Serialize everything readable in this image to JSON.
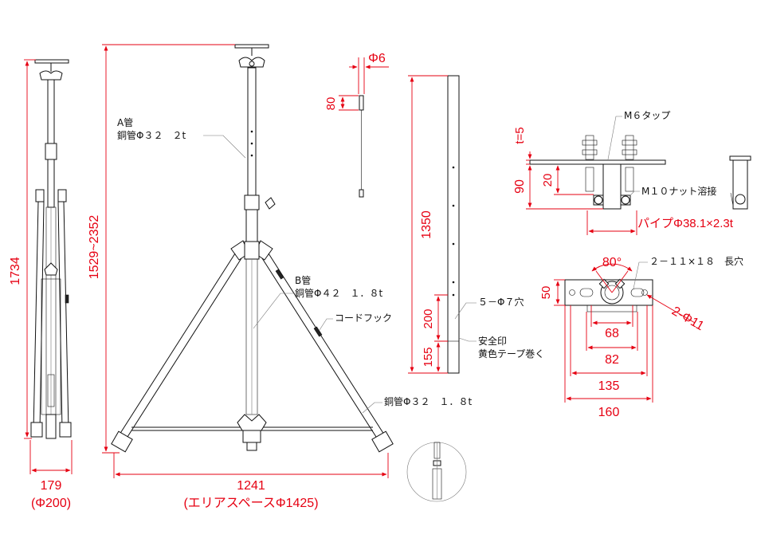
{
  "colors": {
    "dimension": "#e60012",
    "line": "#111111",
    "background": "#ffffff"
  },
  "dimensions": {
    "height_total": "1734",
    "height_range": "1529~2352",
    "width_folded": "179",
    "diameter_folded": "(Φ200)",
    "width_span": "1241",
    "area_space": "(エリアスペースΦ1425)",
    "pin_dia": "Φ6",
    "pin_len": "80",
    "leg_len": "1350",
    "len_200": "200",
    "len_155": "155",
    "plate_t": "t=5",
    "height_90": "90",
    "height_20": "20",
    "angle": "80°",
    "base_50": "50",
    "width_68": "68",
    "width_82": "82",
    "width_135": "135",
    "width_160": "160",
    "hole_dia": "2-Φ11"
  },
  "labels": {
    "pipe_a_1": "A管",
    "pipe_a_2": "銅管Φ３２　２t",
    "pipe_b_1": "B管",
    "pipe_b_2": "銅管Φ４２　１．８t",
    "cord_hook": "コードフック",
    "pipe_leg": "銅管Φ３２　１．８t",
    "holes_7": "５－Φ７穴",
    "safety_1": "安全印",
    "safety_2": "黄色テープ巻く",
    "tap_m6": "M６タップ",
    "nut_m10": "M１０ナット溶接",
    "pipe_spec": "パイプΦ38.1×2.3t",
    "slots": "２－１１×１８　長穴"
  }
}
